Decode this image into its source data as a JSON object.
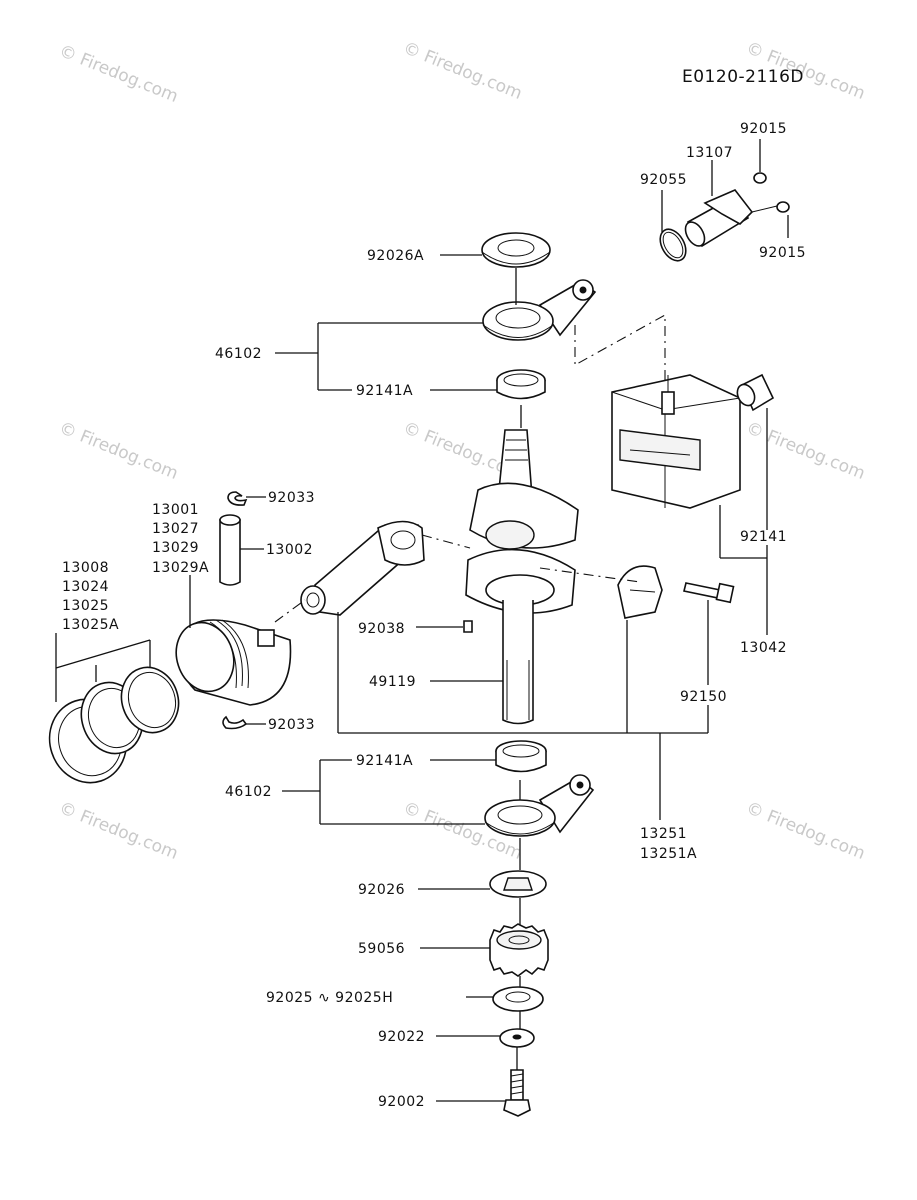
{
  "diagram_code": "E0120-2116D",
  "watermark": "© Firedog.com",
  "labels": {
    "p92015a": "92015",
    "p13107": "13107",
    "p92055": "92055",
    "p92015b": "92015",
    "p92026A": "92026A",
    "p46102a": "46102",
    "p92141Aa": "92141A",
    "p92033a": "92033",
    "p13001": "13001",
    "p13027": "13027",
    "p13029": "13029",
    "p13029A": "13029A",
    "p13002": "13002",
    "p13008": "13008",
    "p13024": "13024",
    "p13025": "13025",
    "p13025A": "13025A",
    "p92141": "92141",
    "p13042": "13042",
    "p92038": "92038",
    "p49119": "49119",
    "p92150": "92150",
    "p92033b": "92033",
    "p92141Ab": "92141A",
    "p46102b": "46102",
    "p13251": "13251",
    "p13251A": "13251A",
    "p92026": "92026",
    "p59056": "59056",
    "p92025": "92025 ∿ 92025H",
    "p92022": "92022",
    "p92002": "92002"
  }
}
